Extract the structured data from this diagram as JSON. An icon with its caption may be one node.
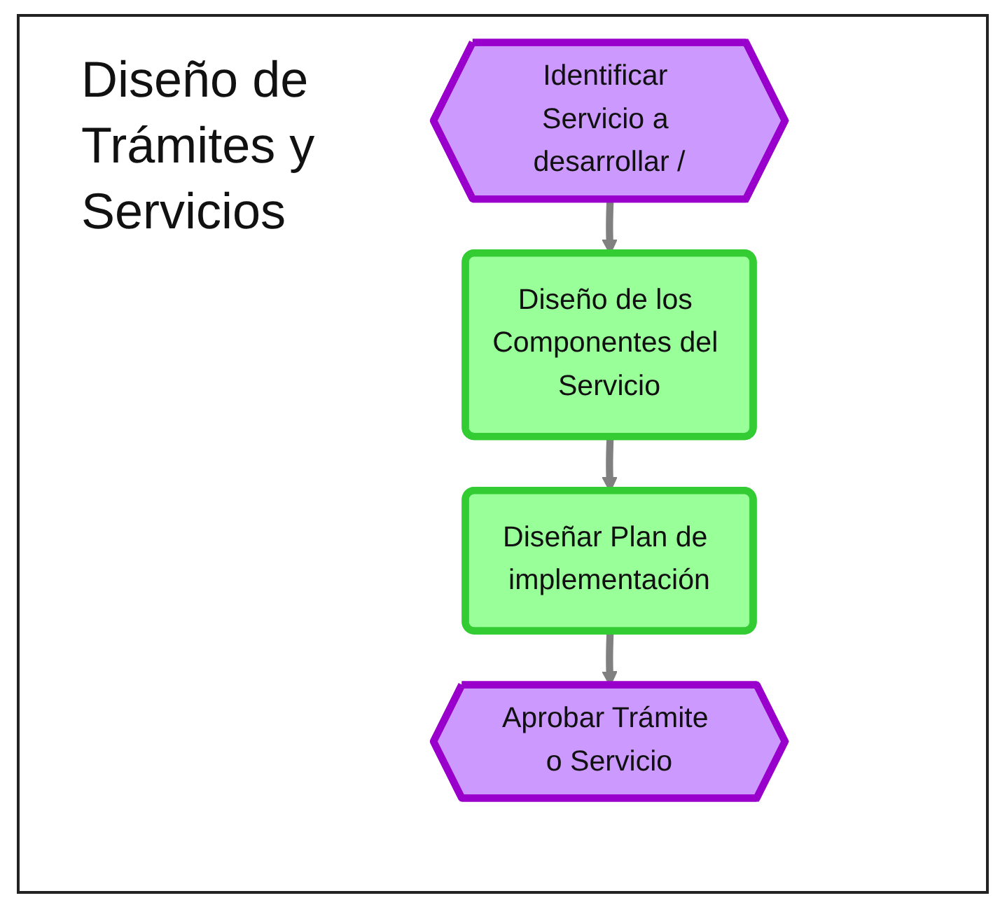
{
  "diagram": {
    "title": "Diseño de Trámites y Servicios",
    "nodes": [
      {
        "text": [
          "Identificar Servicio a desarrollar /"
        ]
      },
      {
        "text": [
          "Diseño de los Componentes del Servicio"
        ]
      },
      {
        "text": [
          "Diseñar Plan de implementación"
        ]
      },
      {
        "text": [
          "Aprobar Trámite o Servicio"
        ]
      }
    ],
    "edges": [
      {
        "from": 0,
        "to": 1,
        "arrow": "to"
      },
      {
        "from": 1,
        "to": 2,
        "arrow": "to"
      },
      {
        "from": 2,
        "to": 3,
        "arrow": "to"
      }
    ]
  }
}
